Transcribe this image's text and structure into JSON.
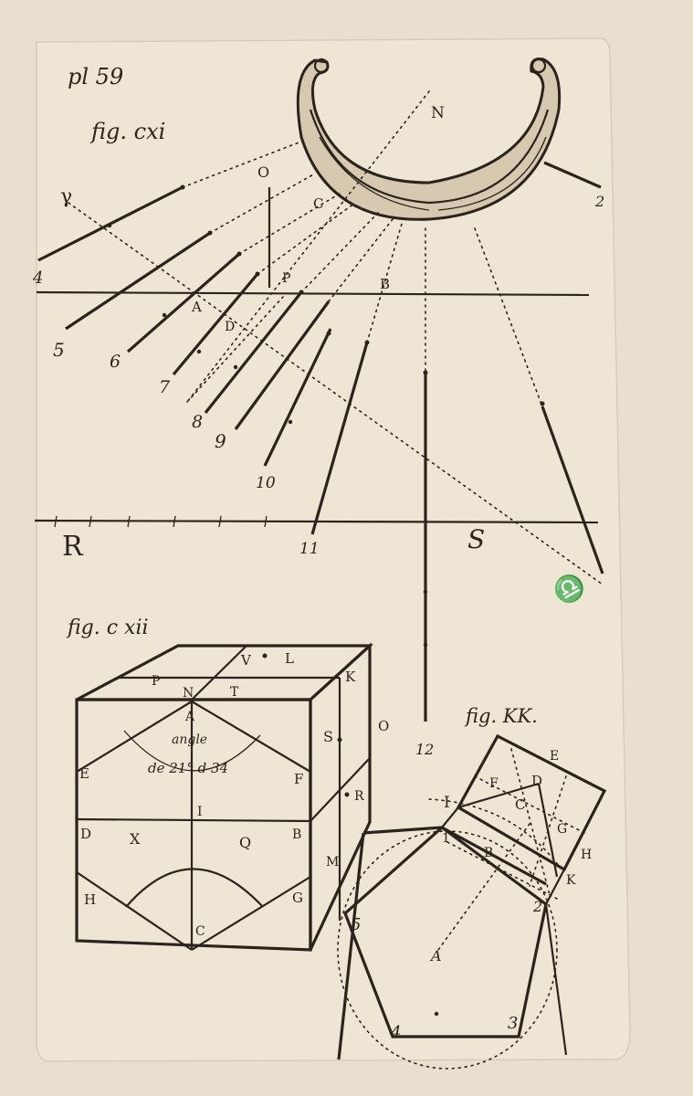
{
  "plate": {
    "number": "pl 59",
    "colors": {
      "paper": "#e9dfcf",
      "page": "#efe5d5",
      "ink": "#2b241c"
    }
  },
  "fig_cxi": {
    "title": "fig. cxi",
    "labels": {
      "N": "N",
      "O": "O",
      "C": "C",
      "aries": "γ",
      "P": "P",
      "B": "B",
      "A": "A",
      "D": "D",
      "R": "R",
      "S": "S",
      "libra": "♎",
      "h2": "2",
      "h4": "4",
      "h5": "5",
      "h6": "6",
      "h7": "7",
      "h8": "8",
      "h9": "9",
      "h10": "10",
      "h11": "11",
      "h12": "12"
    }
  },
  "fig_cxii": {
    "title": "fig. c xii",
    "labels": {
      "V": "V",
      "L": "L",
      "P": "P",
      "N": "N",
      "T": "T",
      "K": "K",
      "A": "A",
      "S": "S",
      "O": "O",
      "E": "E",
      "F": "F",
      "R": "R",
      "I": "I",
      "D": "D",
      "X": "X",
      "Q": "Q",
      "B": "B",
      "M": "M",
      "H": "H",
      "G": "G",
      "C": "C"
    },
    "angle_note": [
      "angle",
      "de 21° d 34"
    ]
  },
  "fig_kk": {
    "title": "fig. KK.",
    "labels": {
      "E": "E",
      "F": "F",
      "D": "D",
      "I": "I",
      "C": "C",
      "G": "G",
      "H": "H",
      "one": "1",
      "B": "B",
      "K": "K",
      "two": "2",
      "A": "A",
      "five": "5",
      "four": "4",
      "three": "3"
    }
  }
}
